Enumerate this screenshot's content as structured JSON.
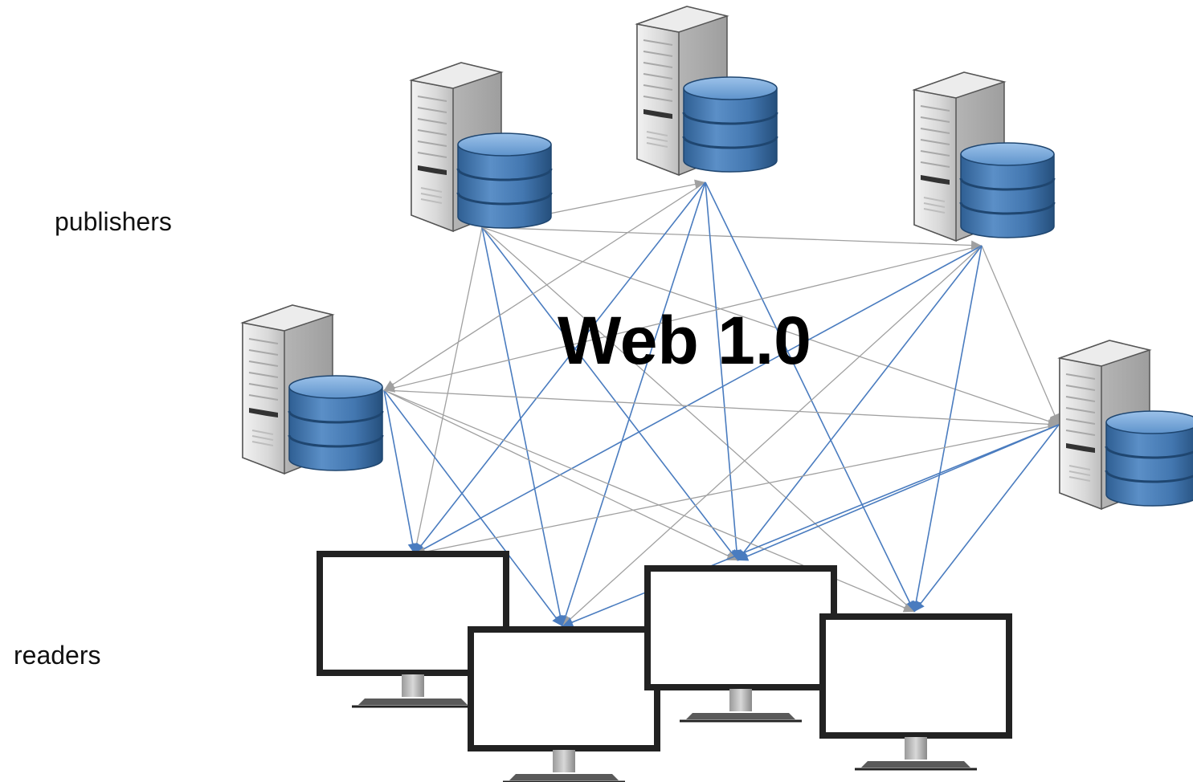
{
  "title": "Web 1.0",
  "labels": {
    "publishers": "publishers",
    "readers": "readers"
  },
  "colors": {
    "edge_blue": "#4a7cbf",
    "edge_gray": "#a0a0a0",
    "server_body": "#d9d9d9",
    "database_blue": "#3f78b0",
    "monitor_frame": "#222222",
    "monitor_screen": "#ffffff"
  },
  "nodes": {
    "publishers": [
      {
        "id": "server-1",
        "icon": "server-database-icon"
      },
      {
        "id": "server-2",
        "icon": "server-database-icon"
      },
      {
        "id": "server-3",
        "icon": "server-database-icon"
      },
      {
        "id": "server-4",
        "icon": "server-database-icon"
      },
      {
        "id": "server-5",
        "icon": "server-database-icon"
      }
    ],
    "readers": [
      {
        "id": "monitor-1",
        "icon": "monitor-icon"
      },
      {
        "id": "monitor-2",
        "icon": "monitor-icon"
      },
      {
        "id": "monitor-3",
        "icon": "monitor-icon"
      },
      {
        "id": "monitor-4",
        "icon": "monitor-icon"
      }
    ]
  },
  "edges": [
    {
      "from": "server-1",
      "to": "server-2",
      "style": "gray"
    },
    {
      "from": "server-1",
      "to": "server-3",
      "style": "gray"
    },
    {
      "from": "server-1",
      "to": "server-5",
      "style": "gray"
    },
    {
      "from": "server-1",
      "to": "monitor-1",
      "style": "gray"
    },
    {
      "from": "server-1",
      "to": "monitor-2",
      "style": "blue"
    },
    {
      "from": "server-1",
      "to": "monitor-3",
      "style": "blue"
    },
    {
      "from": "server-1",
      "to": "monitor-4",
      "style": "gray"
    },
    {
      "from": "server-2",
      "to": "server-4",
      "style": "gray"
    },
    {
      "from": "server-2",
      "to": "monitor-1",
      "style": "blue"
    },
    {
      "from": "server-2",
      "to": "monitor-2",
      "style": "blue"
    },
    {
      "from": "server-2",
      "to": "monitor-3",
      "style": "blue"
    },
    {
      "from": "server-2",
      "to": "monitor-4",
      "style": "blue"
    },
    {
      "from": "server-3",
      "to": "server-5",
      "style": "gray"
    },
    {
      "from": "server-3",
      "to": "server-4",
      "style": "gray"
    },
    {
      "from": "server-3",
      "to": "monitor-1",
      "style": "blue"
    },
    {
      "from": "server-3",
      "to": "monitor-2",
      "style": "gray"
    },
    {
      "from": "server-3",
      "to": "monitor-3",
      "style": "blue"
    },
    {
      "from": "server-3",
      "to": "monitor-4",
      "style": "blue"
    },
    {
      "from": "server-4",
      "to": "server-5",
      "style": "gray"
    },
    {
      "from": "server-4",
      "to": "monitor-1",
      "style": "blue"
    },
    {
      "from": "server-4",
      "to": "monitor-2",
      "style": "blue"
    },
    {
      "from": "server-4",
      "to": "monitor-3",
      "style": "gray"
    },
    {
      "from": "server-4",
      "to": "monitor-4",
      "style": "gray"
    },
    {
      "from": "server-5",
      "to": "monitor-1",
      "style": "gray"
    },
    {
      "from": "server-5",
      "to": "monitor-2",
      "style": "blue"
    },
    {
      "from": "server-5",
      "to": "monitor-3",
      "style": "blue"
    },
    {
      "from": "server-5",
      "to": "monitor-4",
      "style": "blue"
    }
  ]
}
